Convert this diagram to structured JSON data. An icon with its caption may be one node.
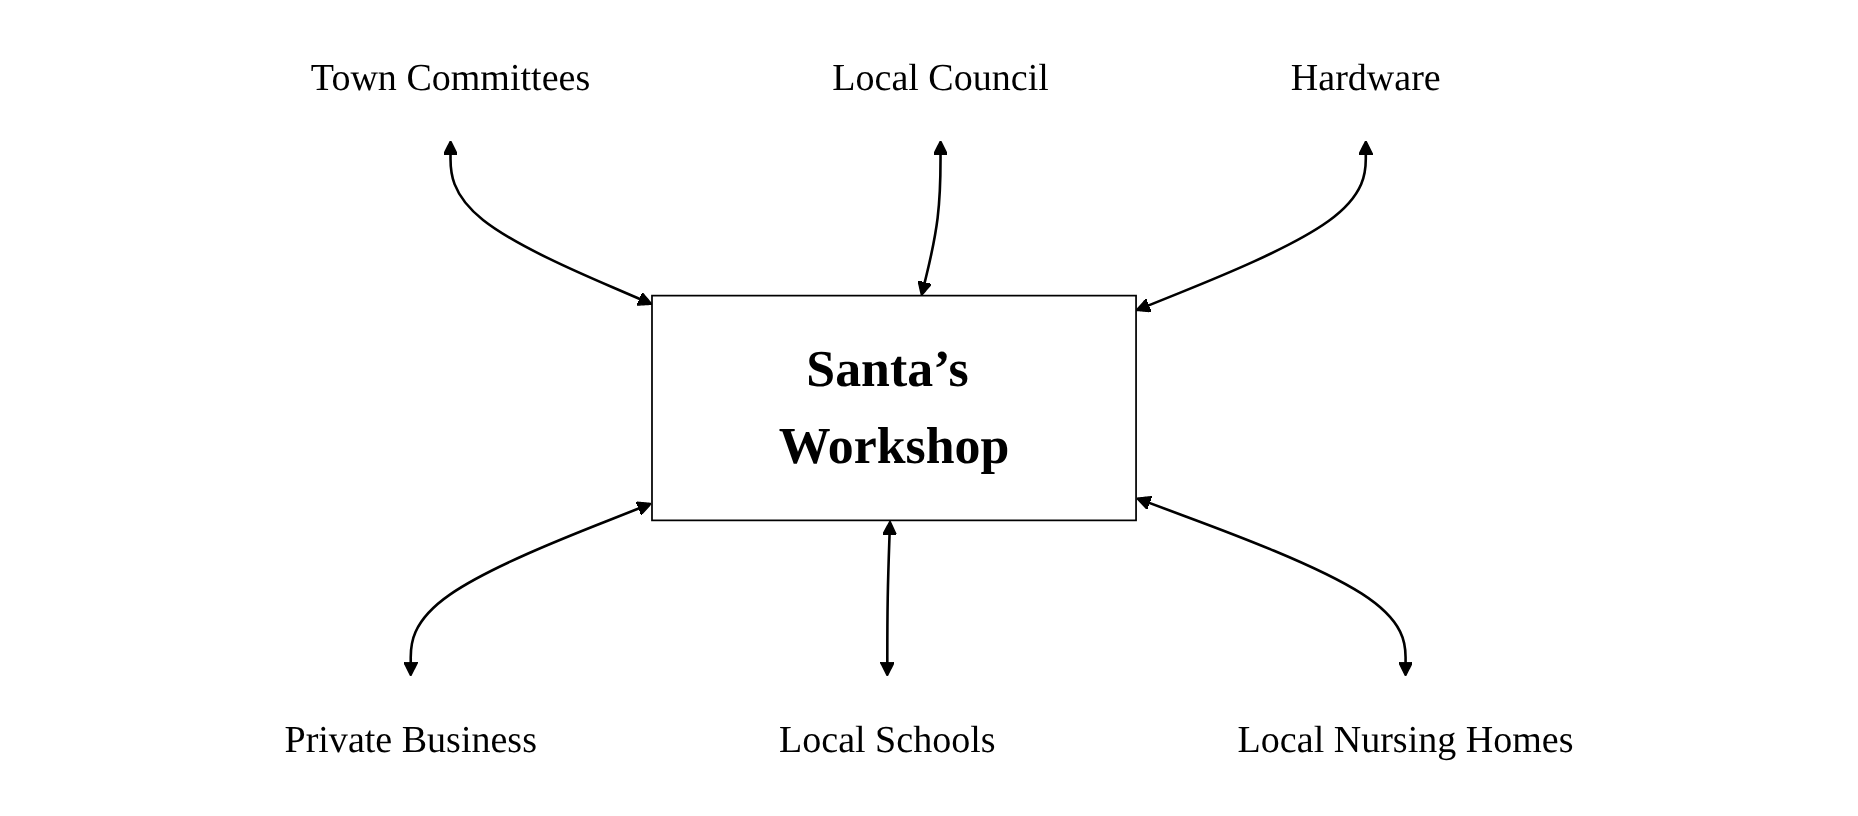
{
  "diagram": {
    "nodes": [
      {
        "text": [
          "Santa’s Workshop"
        ]
      },
      {
        "text": [
          "Town Committees"
        ]
      },
      {
        "text": [
          "Local Council"
        ]
      },
      {
        "text": [
          "Hardware"
        ]
      },
      {
        "text": [
          "Private Business"
        ]
      },
      {
        "text": [
          "Local Schools"
        ]
      },
      {
        "text": [
          "Local Nursing Homes"
        ]
      }
    ],
    "edges": [
      {
        "from": 1,
        "to": 0,
        "arrow": "both"
      },
      {
        "from": 2,
        "to": 0,
        "arrow": "both"
      },
      {
        "from": 3,
        "to": 0,
        "arrow": "both"
      },
      {
        "from": 0,
        "to": 4,
        "arrow": "both"
      },
      {
        "from": 0,
        "to": 5,
        "arrow": "both"
      },
      {
        "from": 0,
        "to": 6,
        "arrow": "both"
      }
    ]
  }
}
